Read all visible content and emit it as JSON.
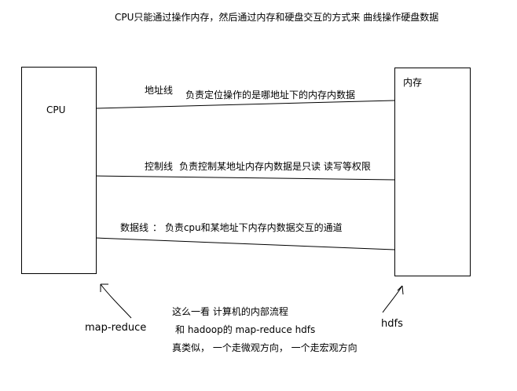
{
  "header": {
    "text": "CPU只能通过操作内存，然后通过内存和硬盘交互的方式来 曲线操作硬盘数据"
  },
  "cpu_box": {
    "label": "CPU"
  },
  "memory_box": {
    "label": "内存"
  },
  "lines": {
    "address": {
      "name": "地址线",
      "desc": "负责定位操作的是哪地址下的内存内数据"
    },
    "control": {
      "name": "控制线",
      "desc": "负责控制某地址内存内数据是只读 读写等权限"
    },
    "data": {
      "name": "数据线",
      "desc": "：  负责cpu和某地址下内存内数据交互的通道"
    }
  },
  "annotations": {
    "left": "map-reduce",
    "right": "hdfs",
    "center": [
      "这么一看  计算机的内部流程",
      "和 hadoop的 map-reduce  hdfs",
      "真类似，  一个走微观方向，   一个走宏观方向"
    ]
  }
}
